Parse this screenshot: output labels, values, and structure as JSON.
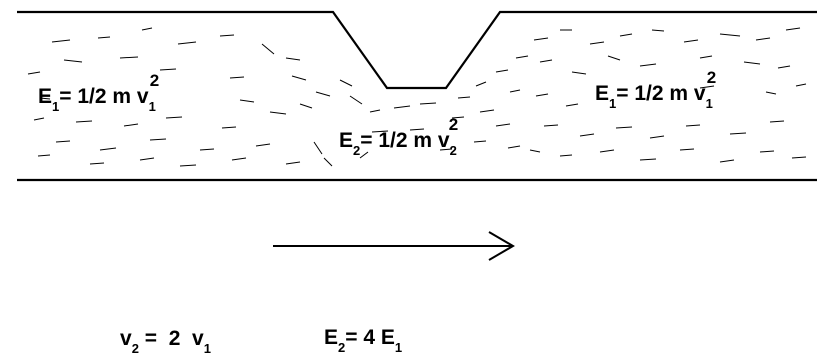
{
  "labels": {
    "left": {
      "E": "E",
      "E_sub": "1",
      "eq": "= 1/2 m v",
      "v_sub": "1",
      "v_sup": "2"
    },
    "middle": {
      "E": "E",
      "E_sub": "2",
      "eq": "= 1/2 m v",
      "v_sub": "2",
      "v_sup": "2"
    },
    "right": {
      "E": "E",
      "E_sub": "1",
      "eq": "= 1/2 m v",
      "v_sub": "1",
      "v_sup": "2"
    }
  },
  "bottom": {
    "velocity": {
      "v": "v",
      "v_sub": "2",
      "eq": " =  2  v",
      "v1_sub": "1"
    },
    "energy": {
      "E": "E",
      "E_sub": "2",
      "eq": "= 4 E",
      "E1_sub": "1"
    }
  },
  "colors": {
    "line": "#000000",
    "background": "#ffffff"
  }
}
